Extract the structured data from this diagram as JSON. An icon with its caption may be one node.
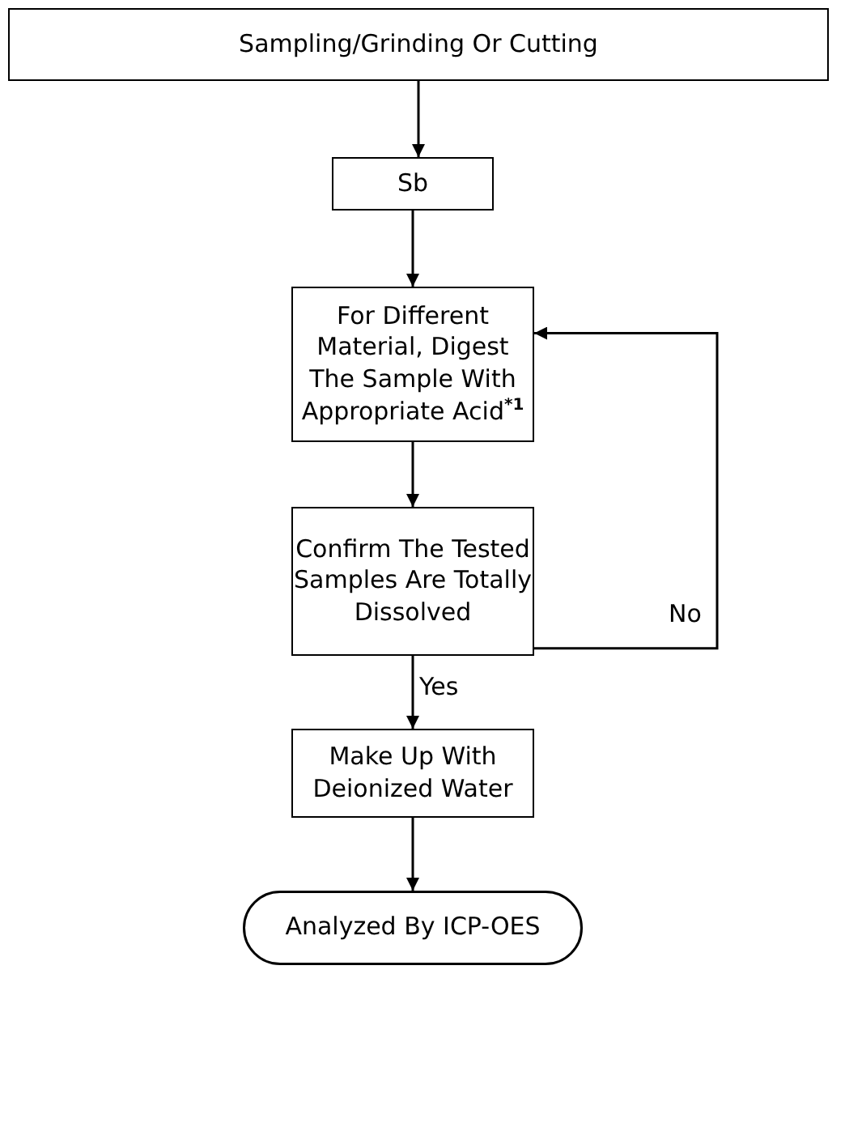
{
  "diagram": {
    "nodes": [
      {
        "text": [
          "Sampling/Grinding Or Cutting"
        ]
      },
      {
        "text": [
          "Sb"
        ]
      },
      {
        "text": [
          "For Different Material, Digest The Sample With Appropriate Acid$^{*1}$"
        ]
      },
      {
        "text": [
          "Confirm The Tested Samples Are Totally Dissolved"
        ]
      },
      {
        "text": [
          "Make Up With Deionized Water"
        ]
      },
      {
        "text": [
          "Analyzed By ICP-OES"
        ]
      }
    ],
    "edges": [
      {
        "from": 0,
        "to": 1,
        "arrow": "to"
      },
      {
        "from": 1,
        "to": 2,
        "arrow": "to"
      },
      {
        "from": 2,
        "to": 3,
        "arrow": "to"
      },
      {
        "from": 3,
        "to": 2,
        "arrow": "to",
        "label": "No"
      },
      {
        "from": 3,
        "to": 4,
        "arrow": "to",
        "label": "Yes"
      },
      {
        "from": 4,
        "to": 5,
        "arrow": "to"
      }
    ]
  }
}
